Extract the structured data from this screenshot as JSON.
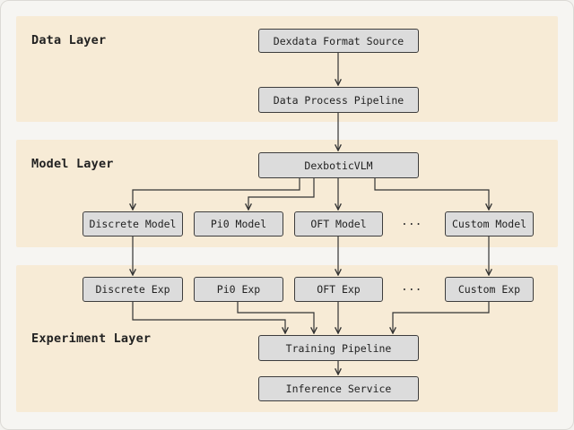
{
  "layers": {
    "data": "Data Layer",
    "model": "Model Layer",
    "experiment": "Experiment Layer"
  },
  "nodes": {
    "dexdata_source": "Dexdata Format Source",
    "data_pipeline": "Data Process Pipeline",
    "dexbotic_vlm": "DexboticVLM",
    "discrete_model": "Discrete Model",
    "pi0_model": "Pi0 Model",
    "oft_model": "OFT Model",
    "custom_model": "Custom Model",
    "discrete_exp": "Discrete Exp",
    "pi0_exp": "Pi0 Exp",
    "oft_exp": "OFT Exp",
    "custom_exp": "Custom Exp",
    "training_pipeline": "Training Pipeline",
    "inference_service": "Inference Service"
  },
  "ellipsis": {
    "model_row": "...",
    "exp_row": "..."
  },
  "colors": {
    "band": "#f7ebd6",
    "node_fill": "#dcdcdc",
    "node_border": "#3d3d3d",
    "edge": "#333333"
  },
  "edges": [
    {
      "from": "dexdata_source",
      "to": "data_pipeline"
    },
    {
      "from": "data_pipeline",
      "to": "dexbotic_vlm"
    },
    {
      "from": "dexbotic_vlm",
      "to": "discrete_model"
    },
    {
      "from": "dexbotic_vlm",
      "to": "pi0_model"
    },
    {
      "from": "dexbotic_vlm",
      "to": "oft_model"
    },
    {
      "from": "dexbotic_vlm",
      "to": "custom_model"
    },
    {
      "from": "discrete_model",
      "to": "discrete_exp"
    },
    {
      "from": "oft_model",
      "to": "oft_exp"
    },
    {
      "from": "custom_model",
      "to": "custom_exp"
    },
    {
      "from": "discrete_exp",
      "to": "training_pipeline"
    },
    {
      "from": "pi0_exp",
      "to": "training_pipeline"
    },
    {
      "from": "oft_exp",
      "to": "training_pipeline"
    },
    {
      "from": "custom_exp",
      "to": "training_pipeline"
    },
    {
      "from": "training_pipeline",
      "to": "inference_service"
    }
  ]
}
